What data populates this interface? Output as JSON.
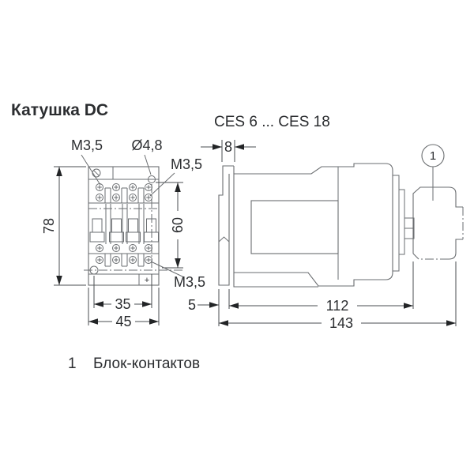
{
  "title": "Катушка DC",
  "product_range": "CES 6 ... CES 18",
  "colors": {
    "background": "#ffffff",
    "drawing_line": "#6a6d70",
    "dimension_line": "#4a4d50",
    "text": "#2b2d30"
  },
  "front_view": {
    "thread_label_top_left": "M3,5",
    "hole_diameter_label": "Ø4,8",
    "thread_label_top_right": "M3,5",
    "thread_label_bottom": "M3,5",
    "plus_mark": "+",
    "dims": {
      "overall_height": "78",
      "hole_spacing_vertical": "60",
      "hole_spacing_horizontal": "35",
      "overall_width": "45"
    }
  },
  "side_view": {
    "dims": {
      "rail_tab_width": "8",
      "mounting_plate_offset": "5",
      "body_depth": "112",
      "total_depth": "143"
    },
    "callout_number": "1"
  },
  "legend": {
    "item_number": "1",
    "item_label": "Блок-контактов"
  }
}
